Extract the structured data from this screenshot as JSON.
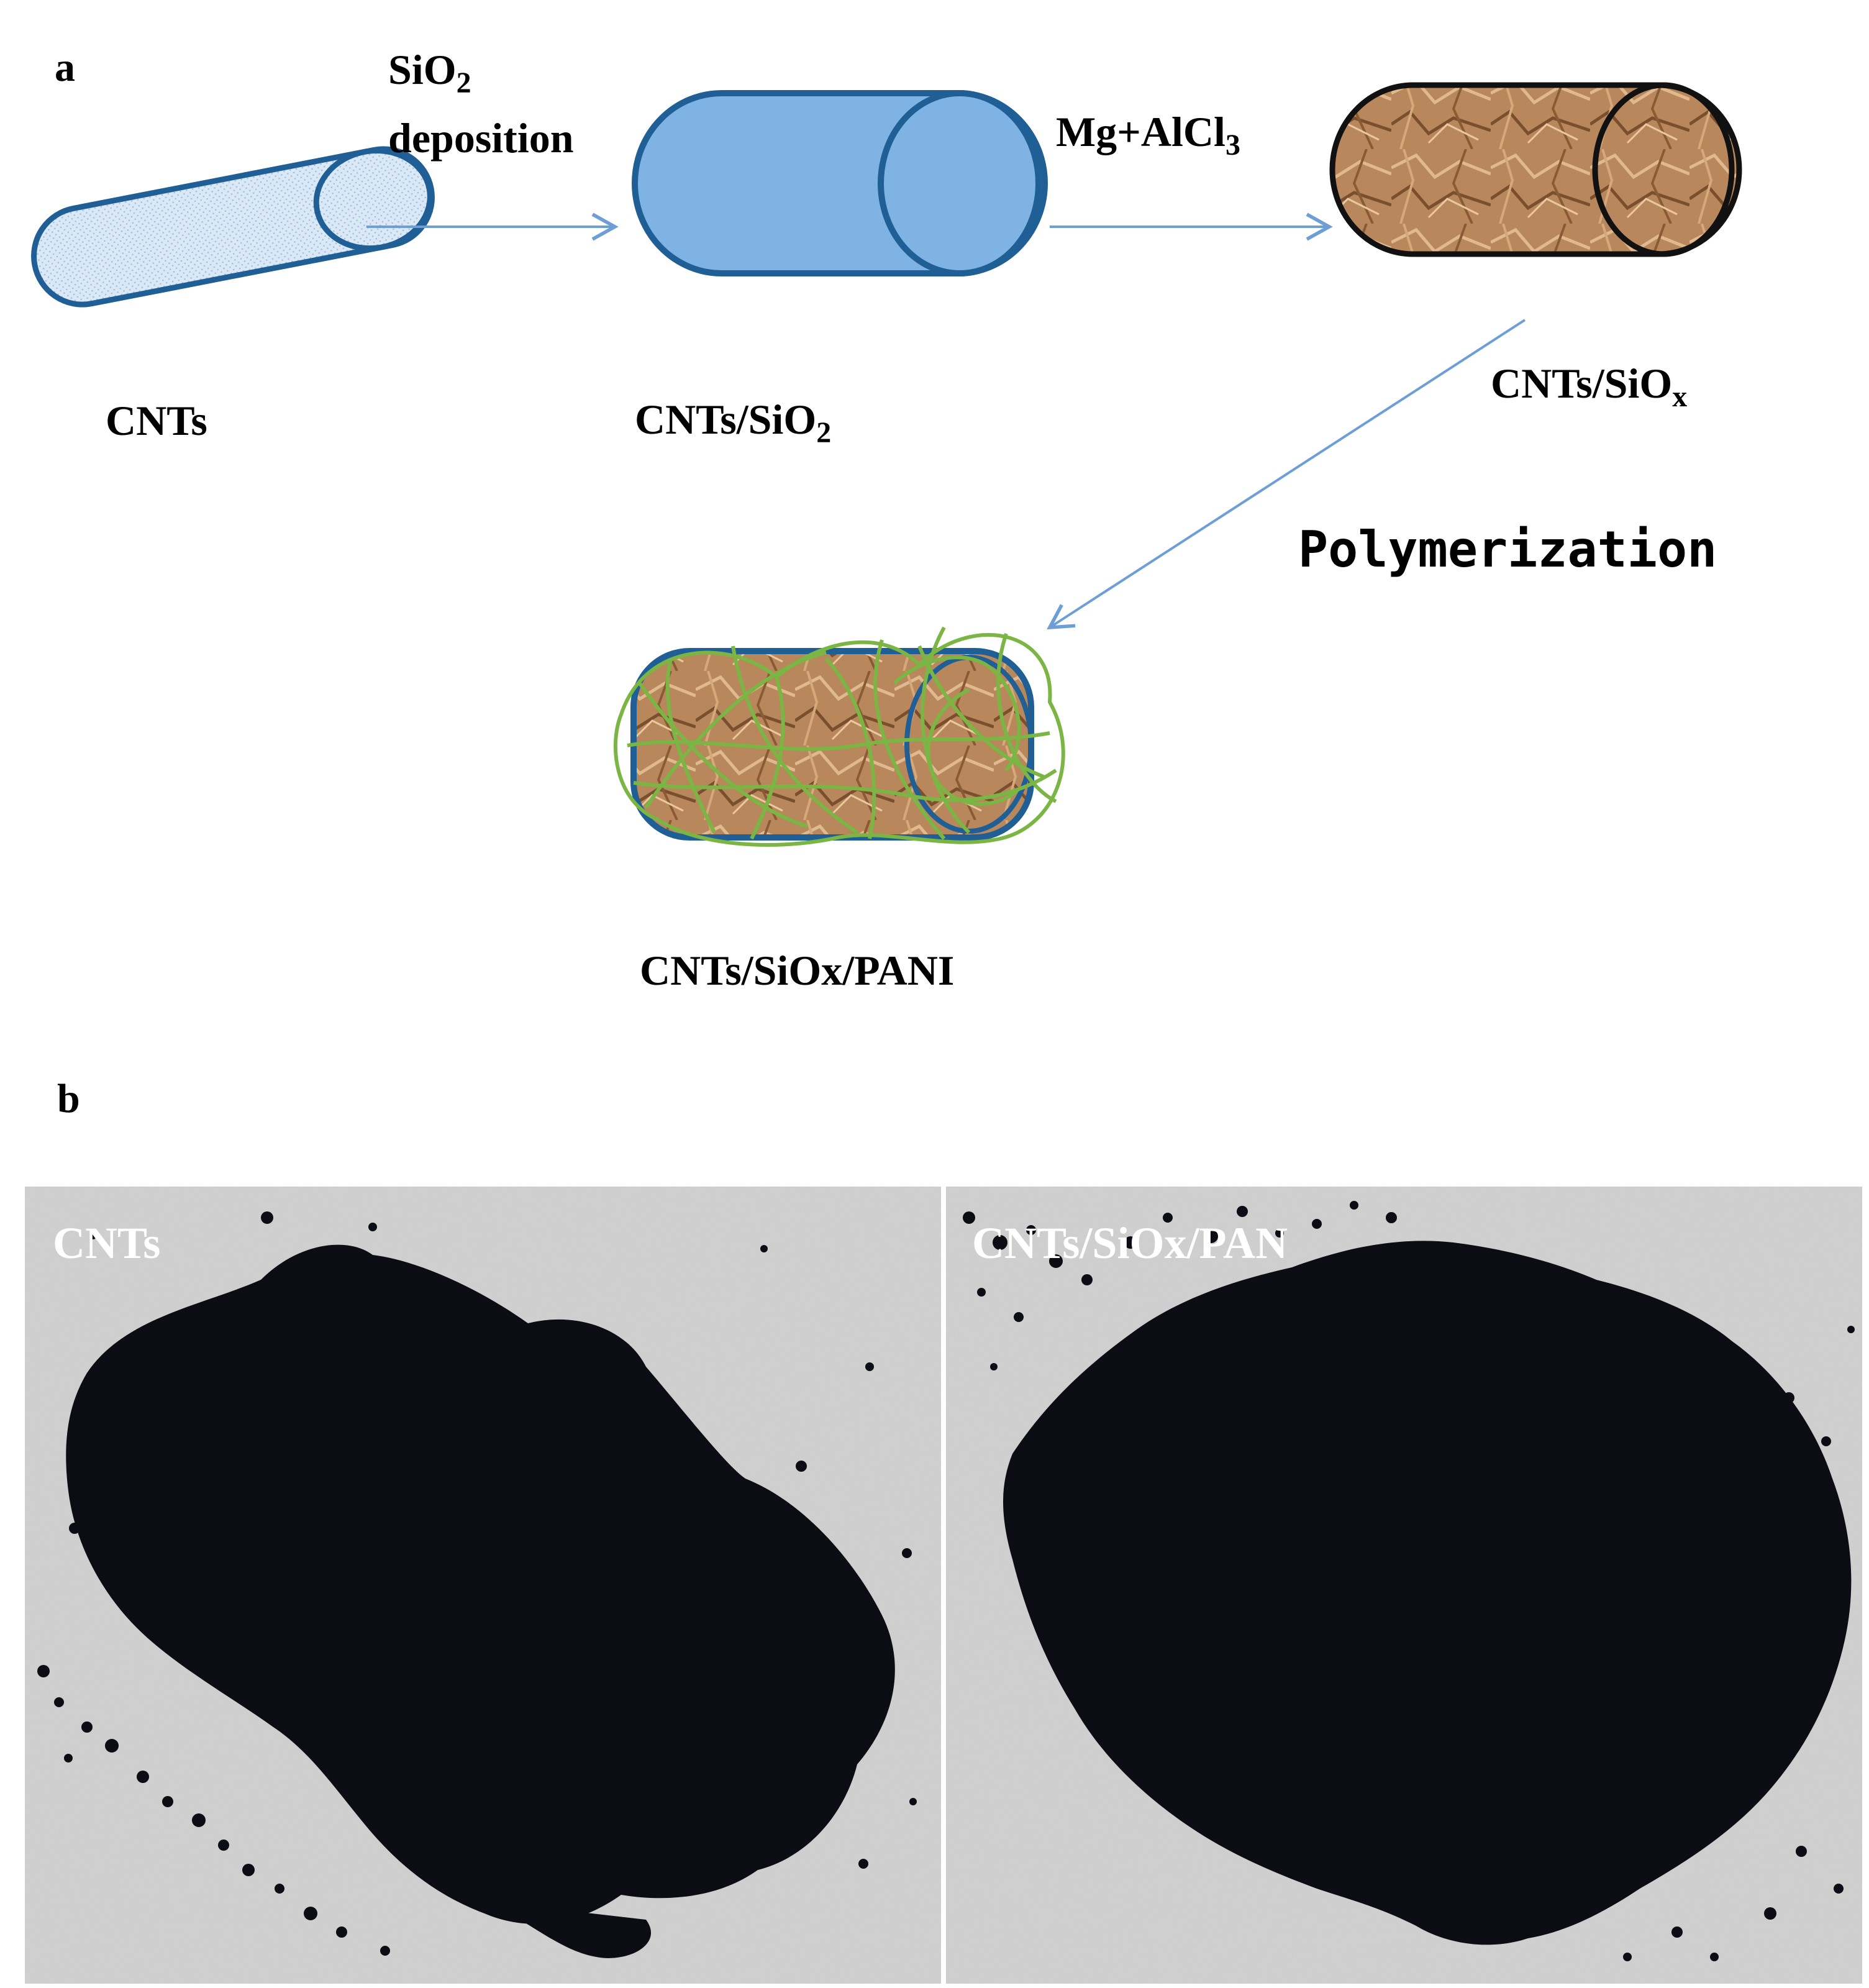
{
  "panel_a": {
    "letter": "a",
    "steps": {
      "step1": {
        "line1": "SiO",
        "line1_sub": "2",
        "line2": "deposition"
      },
      "step2": {
        "main": "Mg+AlCl",
        "sub": "3"
      },
      "step3": {
        "label": "Polymerization"
      }
    },
    "products": {
      "cnts": "CNTs",
      "cnts_sio2": {
        "main": "CNTs/SiO",
        "sub": "2"
      },
      "cnts_siox": {
        "main": "CNTs/SiO",
        "sub": "x"
      },
      "cnts_siox_pani": "CNTs/SiOx/PANI"
    }
  },
  "panel_b": {
    "letter": "b",
    "photos": [
      {
        "label": "CNTs"
      },
      {
        "label": "CNTs/SiOx/PAN"
      }
    ]
  },
  "colors": {
    "arrow": "#6d9fd6",
    "tube_outline": "#1f5f95",
    "cnt_fill": "#dbe9f6",
    "sio2_fill": "#7fb3e3",
    "siox_fill": "#b8875c",
    "siox_dark": "#8a5a35",
    "pani_green": "#7bb543",
    "photo_bg": "#c9c9c9",
    "powder": "#0c0d14"
  }
}
